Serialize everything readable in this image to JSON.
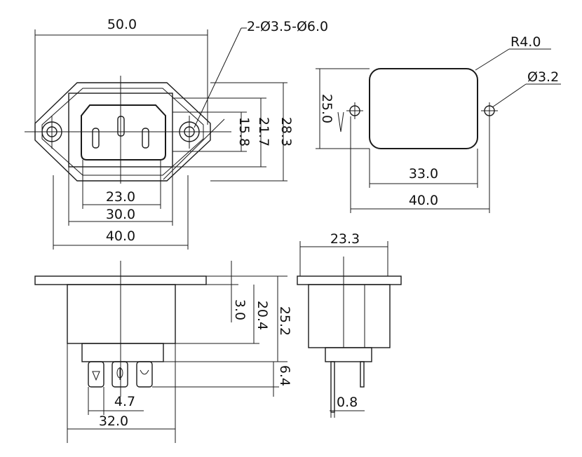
{
  "colors": {
    "ink": "#1a1a1a",
    "paper": "#ffffff"
  },
  "front_view": {
    "overall_width": "50.0",
    "hole_callout": "2-Ø3.5-Ø6.0",
    "height_inner": "15.8",
    "height_mid": "21.7",
    "height_outer": "28.3",
    "width_inner": "23.0",
    "width_mid": "30.0",
    "width_outer": "40.0"
  },
  "cutout_view": {
    "corner_radius": "R4.0",
    "hole_diameter": "Ø3.2",
    "height": "25.0",
    "width_inner": "33.0",
    "width_outer": "40.0"
  },
  "side_view": {
    "flange_thickness": "3.0",
    "body_depth": "20.4",
    "total_depth": "25.2",
    "pin_length": "6.4",
    "pin_pitch": "4.7",
    "total_width": "32.0"
  },
  "end_view": {
    "width": "23.3",
    "pin_thickness": "0.8"
  }
}
